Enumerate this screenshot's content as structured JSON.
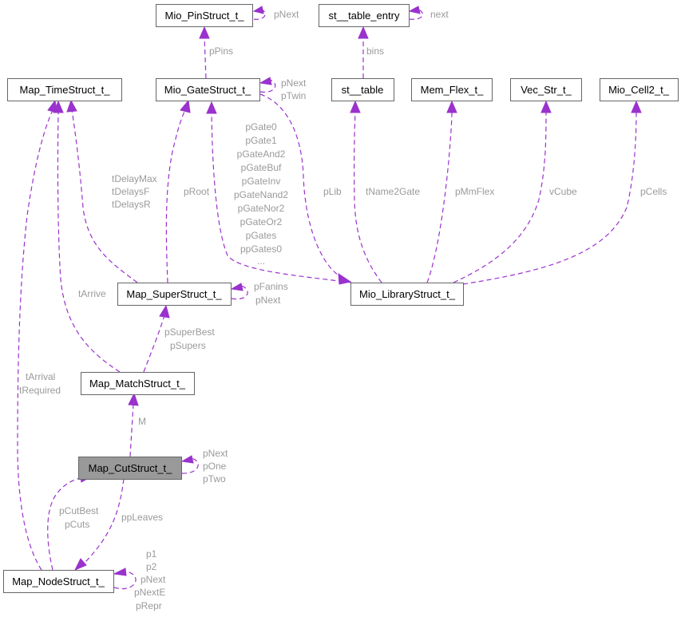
{
  "colors": {
    "edge": "#9a32cd",
    "label": "#9a9a9a",
    "box_border": "#666666",
    "focus_fill": "#999999"
  },
  "nodes": {
    "mio_pin": "Mio_PinStruct_t_",
    "st_entry": "st__table_entry",
    "map_time": "Map_TimeStruct_t_",
    "mio_gate": "Mio_GateStruct_t_",
    "st_table": "st__table",
    "mem_flex": "Mem_Flex_t_",
    "vec_str": "Vec_Str_t_",
    "mio_cell2": "Mio_Cell2_t_",
    "map_super": "Map_SuperStruct_t_",
    "mio_library": "Mio_LibraryStruct_t_",
    "map_match": "Map_MatchStruct_t_",
    "map_cut": "Map_CutStruct_t_",
    "map_node": "Map_NodeStruct_t_"
  },
  "edge_labels": {
    "pin_self": [
      "pNext"
    ],
    "entry_self": [
      "next"
    ],
    "gate_pin": [
      "pPins"
    ],
    "table_entry": [
      "bins"
    ],
    "gate_self": [
      "pNext",
      "pTwin"
    ],
    "super_time": [
      "tDelayMax",
      "tDelaysF",
      "tDelaysR"
    ],
    "super_gate": [
      "pRoot"
    ],
    "lib_gate_list": [
      "pGate0",
      "pGate1",
      "pGateAnd2",
      "pGateBuf",
      "pGateInv",
      "pGateNand2",
      "pGateNor2",
      "pGateOr2",
      "pGates",
      "ppGates0",
      "..."
    ],
    "gate_lib": [
      "pLib"
    ],
    "lib_table": [
      "tName2Gate"
    ],
    "lib_flex": [
      "pMmFlex"
    ],
    "lib_vec": [
      "vCube"
    ],
    "lib_cell": [
      "pCells"
    ],
    "super_self": [
      "pFanins",
      "pNext"
    ],
    "match_time": [
      "tArrive"
    ],
    "match_super": [
      "pSuperBest",
      "pSupers"
    ],
    "node_time": [
      "tArrival",
      "tRequired"
    ],
    "cut_match": [
      "M"
    ],
    "cut_self": [
      "pNext",
      "pOne",
      "pTwo"
    ],
    "node_cut": [
      "pCutBest",
      "pCuts"
    ],
    "cut_node": [
      "ppLeaves"
    ],
    "node_self": [
      "p1",
      "p2",
      "pNext",
      "pNextE",
      "pRepr"
    ]
  }
}
